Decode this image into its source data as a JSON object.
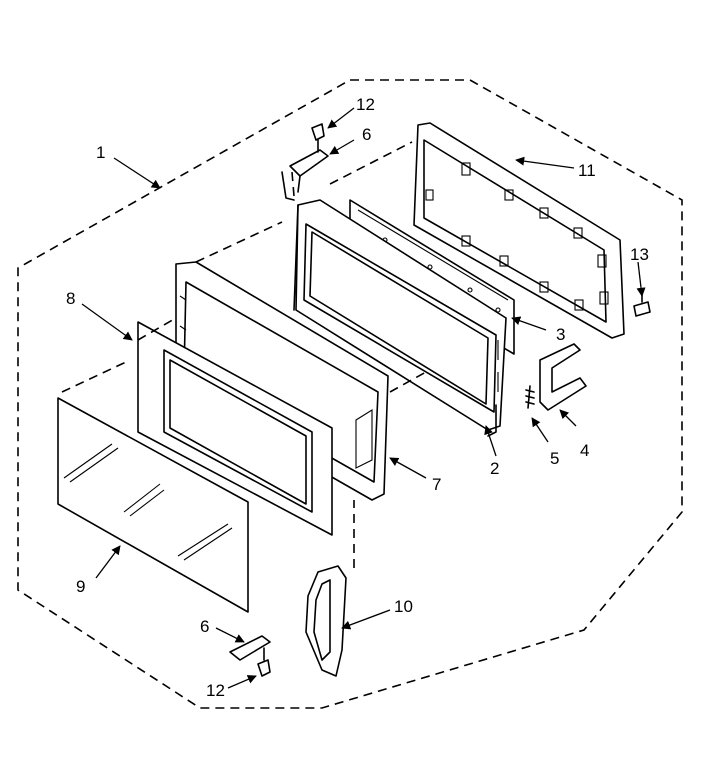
{
  "callouts": [
    {
      "id": "c1",
      "text": "1"
    },
    {
      "id": "c2",
      "text": "2"
    },
    {
      "id": "c3",
      "text": "3"
    },
    {
      "id": "c4",
      "text": "4"
    },
    {
      "id": "c5",
      "text": "5"
    },
    {
      "id": "c6a",
      "text": "6"
    },
    {
      "id": "c6b",
      "text": "6"
    },
    {
      "id": "c7",
      "text": "7"
    },
    {
      "id": "c8",
      "text": "8"
    },
    {
      "id": "c9",
      "text": "9"
    },
    {
      "id": "c10",
      "text": "10"
    },
    {
      "id": "c11",
      "text": "11"
    },
    {
      "id": "c12a",
      "text": "12"
    },
    {
      "id": "c12b",
      "text": "12"
    },
    {
      "id": "c13",
      "text": "13"
    }
  ]
}
